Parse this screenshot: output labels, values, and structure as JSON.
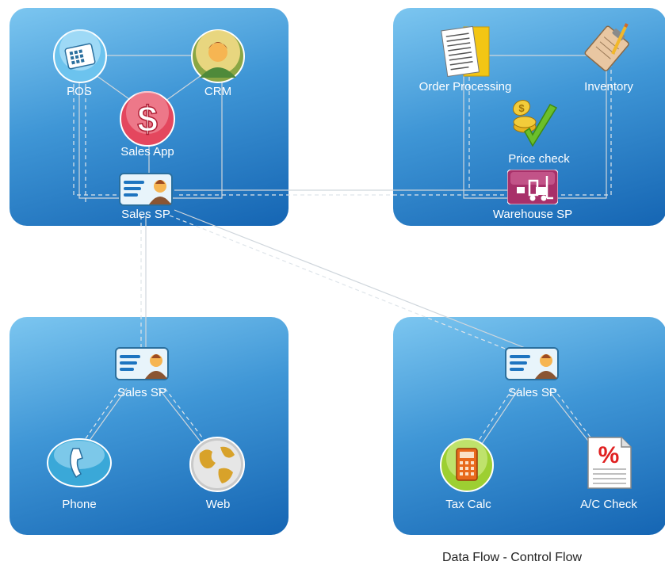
{
  "panels": {
    "sales": {
      "pos": "POS",
      "crm": "CRM",
      "sales_app": "Sales App",
      "sales_sp": "Sales SP"
    },
    "warehouse": {
      "order_processing": "Order Processing",
      "inventory": "Inventory",
      "price_check": "Price check",
      "warehouse_sp": "Warehouse SP"
    },
    "channels": {
      "sales_sp": "Sales SP",
      "phone": "Phone",
      "web": "Web"
    },
    "finance": {
      "sales_sp": "Sales SP",
      "tax_calc": "Tax Calc",
      "ac_check": "A/C Check"
    }
  },
  "caption": "Data Flow - Control Flow",
  "colors": {
    "panel_light": "#7cc6f0",
    "panel_dark": "#1565b3",
    "connector": "#cfd6dc",
    "label": "#ffffff"
  },
  "icons": [
    "cash-register-icon",
    "person-icon",
    "dollar-icon",
    "id-card-icon",
    "folder-documents-icon",
    "clipboard-pencil-icon",
    "coins-checkmark-icon",
    "forklift-icon",
    "telephone-icon",
    "globe-icon",
    "calculator-icon",
    "percent-document-icon"
  ]
}
